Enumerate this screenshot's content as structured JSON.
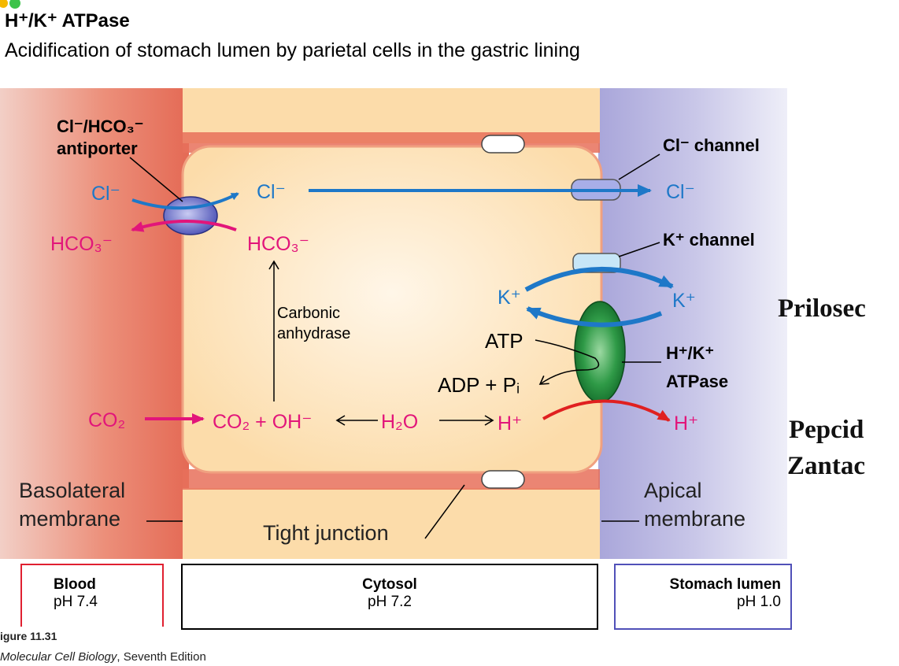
{
  "header": {
    "title": "H⁺/K⁺ ATPase",
    "subtitle": "Acidification of stomach lumen by parietal cells in the gastric lining"
  },
  "labels": {
    "antiporter_line1": "Cl⁻/HCO₃⁻",
    "antiporter_line2": "antiporter",
    "cl_channel": "Cl⁻ channel",
    "k_channel": "K⁺ channel",
    "cl_blood": "Cl⁻",
    "hco3_blood": "HCO₃⁻",
    "cl_cytosol": "Cl⁻",
    "hco3_cytosol": "HCO₃⁻",
    "cl_lumen": "Cl⁻",
    "carbonic_line1": "Carbonic",
    "carbonic_line2": "anhydrase",
    "k_cytosol": "K⁺",
    "k_lumen": "K⁺",
    "atp": "ATP",
    "adp": "ADP + Pᵢ",
    "pump_line1": "H⁺/K⁺",
    "pump_line2": "ATPase",
    "co2_blood": "CO₂",
    "reaction_left": "CO₂ + OH⁻",
    "reaction_mid": "H₂O",
    "h_cytosol": "H⁺",
    "h_lumen": "H⁺",
    "basolateral_line1": "Basolateral",
    "basolateral_line2": "membrane",
    "apical_line1": "Apical",
    "apical_line2": "membrane",
    "tight_junction": "Tight junction"
  },
  "drugs": {
    "prilosec": "Prilosec",
    "pepcid": "Pepcid",
    "zantac": "Zantac"
  },
  "compartments": {
    "blood_name": "Blood",
    "blood_ph": "pH 7.4",
    "cytosol_name": "Cytosol",
    "cytosol_ph": "pH 7.2",
    "lumen_name": "Stomach lumen",
    "lumen_ph": "pH 1.0"
  },
  "caption": {
    "figure": "igure 11.31",
    "book": "Molecular Cell Biology",
    "edition": ", Seventh Edition"
  },
  "colors": {
    "blood": "#e8705a",
    "cytosol": "#fde3b8",
    "lumen": "#b9b8e0",
    "cl_blue": "#1e78c8",
    "magenta": "#e2157a",
    "pump_green": "#1f8a3a",
    "red_arrow": "#e02020"
  }
}
